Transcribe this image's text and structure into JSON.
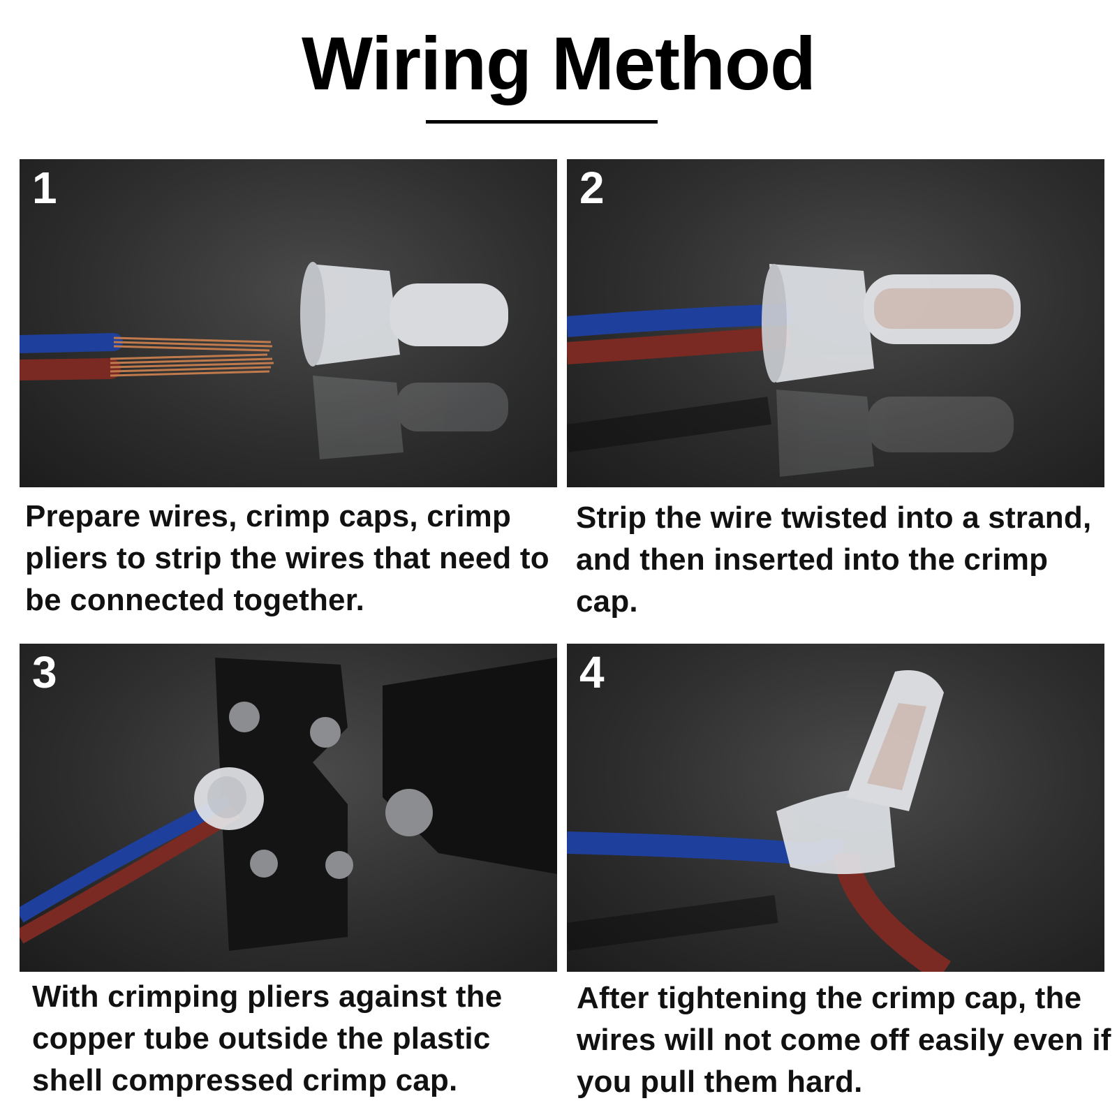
{
  "title": "Wiring Method",
  "steps": [
    {
      "number": "1",
      "caption": "Prepare wires, crimp caps, crimp pliers to strip the wires that need to be connected together."
    },
    {
      "number": "2",
      "caption": "Strip the wire twisted into a strand, and then inserted into the crimp cap."
    },
    {
      "number": "3",
      "caption": "With crimping pliers against the copper tube outside the plastic shell compressed crimp cap."
    },
    {
      "number": "4",
      "caption": "After tightening the crimp cap, the wires will not come off easily even if you pull them hard."
    }
  ],
  "colors": {
    "blue_wire": "#1f3f9c",
    "red_wire": "#7a2a22",
    "copper": "#c07a4c",
    "cap": "#e6e8ec",
    "panel_bg": "#2e2e2e"
  }
}
